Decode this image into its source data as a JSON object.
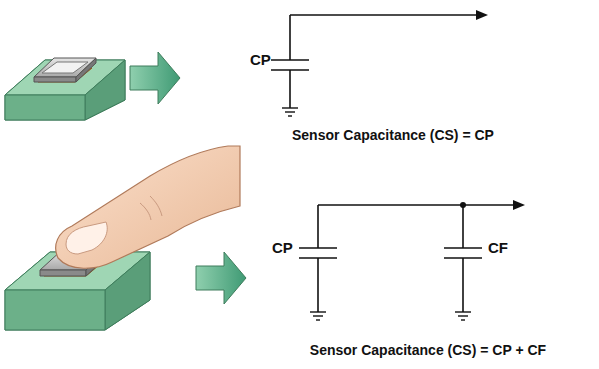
{
  "diagram": {
    "labels": [
      "CP",
      "Sensor Capacitance (CS) = CP",
      "CP",
      "CF",
      "Sensor Capacitance (CS) = CP + CF"
    ]
  }
}
